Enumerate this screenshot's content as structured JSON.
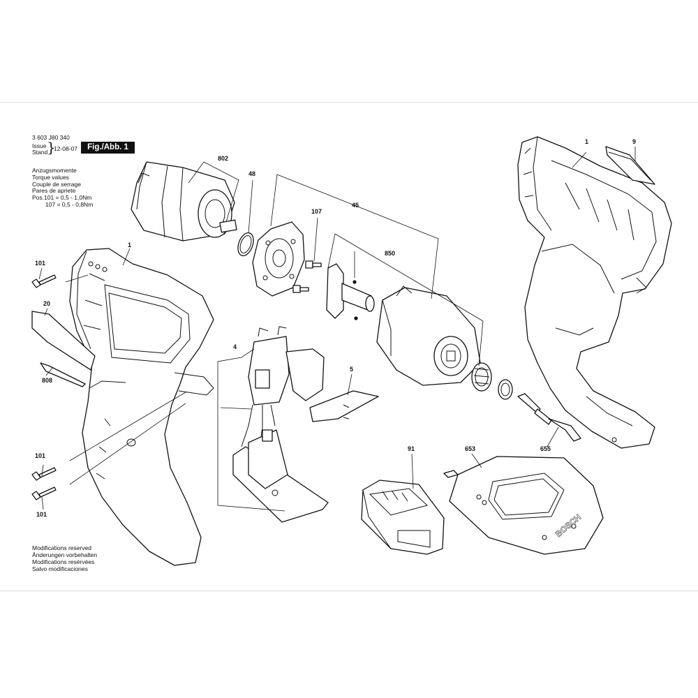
{
  "header": {
    "part_number": "3 603 J80 340",
    "issue_label_1": "Issue",
    "issue_label_2": "Stand",
    "issue_date": "12-08-07",
    "fig_label": "Fig./Abb. 1"
  },
  "torque": {
    "lines": [
      "Anzugsmomente",
      "Torque values",
      "Couple de serrage",
      "Pares de apriete"
    ],
    "row1": "Pos.101 = 0,5 -  1,0Nm",
    "row2": "107 = 0,5 -  0,8Nm"
  },
  "modifications": [
    "Modifications reserved",
    "Änderungen vorbehalten",
    "Modifications resérvées",
    "Salvo modificaciones"
  ],
  "part_labels": {
    "p802": "802",
    "p48": "48",
    "p45": "45",
    "p107": "107",
    "p850": "850",
    "p1_left": "1",
    "p1_right": "1",
    "p9": "9",
    "p101_top": "101",
    "p101_mid": "101",
    "p101_bot": "101",
    "p20": "20",
    "p808": "808",
    "p4": "4",
    "p5": "5",
    "p91": "91",
    "p653": "653",
    "p655": "655"
  },
  "charger_brand": "BOSCH"
}
